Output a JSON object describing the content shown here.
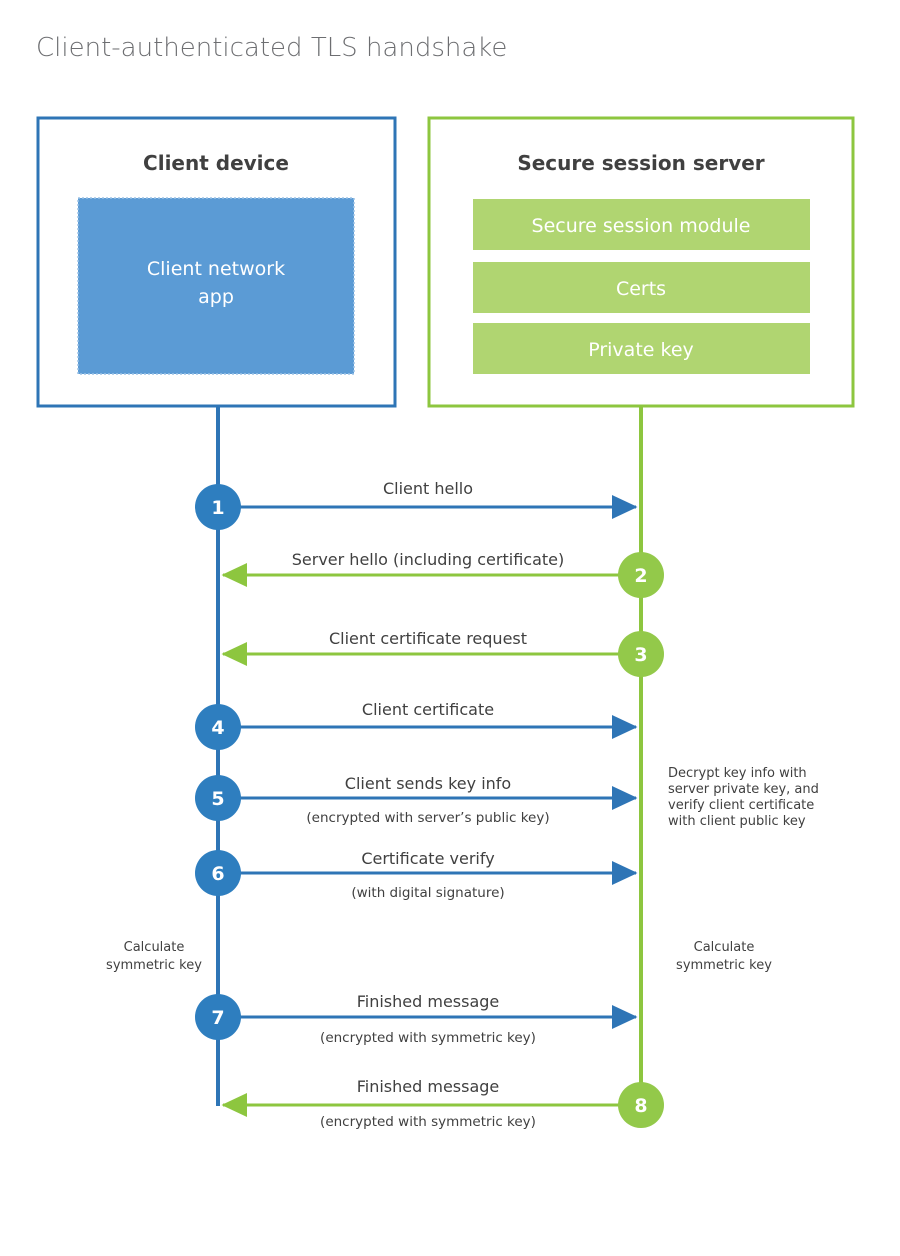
{
  "title": "Client-authenticated TLS handshake",
  "colors": {
    "blue_stroke": "#2e75b6",
    "blue_fill": "#5b9bd5",
    "blue_circle": "#2e7ebf",
    "green_stroke": "#8dc63f",
    "green_fill": "#b0d571",
    "green_circle": "#8fc councils",
    "green_circle_fill": "#93c94a",
    "text_dark": "#404040",
    "title_gray": "#6d6e71",
    "background": "#ffffff"
  },
  "client_box": {
    "title": "Client device",
    "app_label_line1": "Client network",
    "app_label_line2": "app"
  },
  "server_box": {
    "title": "Secure session server",
    "modules": [
      {
        "label": "Secure session module"
      },
      {
        "label": "Certs"
      },
      {
        "label": "Private key"
      }
    ]
  },
  "steps": [
    {
      "num": "1",
      "label": "Client hello",
      "sublabel": "",
      "direction": "right",
      "side": "client"
    },
    {
      "num": "2",
      "label": "Server hello (including certificate)",
      "sublabel": "",
      "direction": "left",
      "side": "server"
    },
    {
      "num": "3",
      "label": "Client certificate request",
      "sublabel": "",
      "direction": "left",
      "side": "server"
    },
    {
      "num": "4",
      "label": "Client certificate",
      "sublabel": "",
      "direction": "right",
      "side": "client"
    },
    {
      "num": "5",
      "label": "Client sends key info",
      "sublabel": "(encrypted with server’s public key)",
      "direction": "right",
      "side": "client"
    },
    {
      "num": "6",
      "label": "Certificate verify",
      "sublabel": "(with digital signature)",
      "direction": "right",
      "side": "client"
    },
    {
      "num": "7",
      "label": "Finished message",
      "sublabel": "(encrypted with symmetric key)",
      "direction": "right",
      "side": "client"
    },
    {
      "num": "8",
      "label": "Finished message",
      "sublabel": "(encrypted with symmetric key)",
      "direction": "left",
      "side": "server"
    }
  ],
  "annotations": {
    "server_decrypt": [
      "Decrypt key info with",
      "server private key, and",
      "verify client certificate",
      "with client public key"
    ],
    "client_calculate": [
      "Calculate",
      "symmetric key"
    ],
    "server_calculate": [
      "Calculate",
      "symmetric key"
    ]
  }
}
